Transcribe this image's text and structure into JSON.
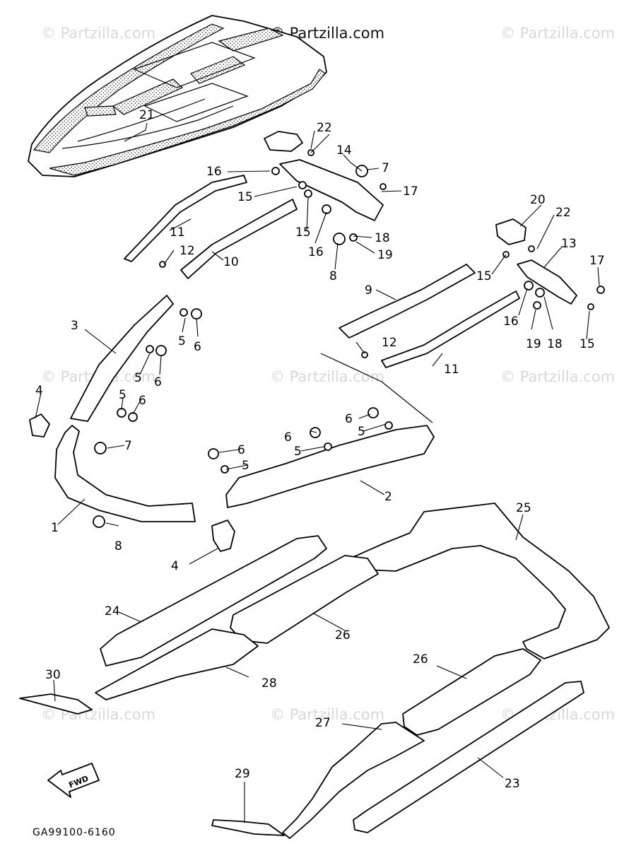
{
  "watermarks": {
    "center_top": "© Partzilla.com",
    "faint": "© Partzilla.com"
  },
  "diagram_code": "GA99100-6160",
  "fwd_label": "FWD",
  "callouts": [
    "21",
    "22",
    "14",
    "7",
    "16",
    "15",
    "17",
    "11",
    "12",
    "10",
    "15",
    "16",
    "8",
    "18",
    "19",
    "20",
    "22",
    "13",
    "15",
    "17",
    "9",
    "16",
    "19",
    "18",
    "15",
    "3",
    "5",
    "6",
    "5",
    "6",
    "4",
    "5",
    "6",
    "12",
    "11",
    "6",
    "5",
    "7",
    "6",
    "6",
    "5",
    "5",
    "2",
    "1",
    "8",
    "4",
    "25",
    "24",
    "26",
    "26",
    "28",
    "30",
    "27",
    "23",
    "29"
  ]
}
